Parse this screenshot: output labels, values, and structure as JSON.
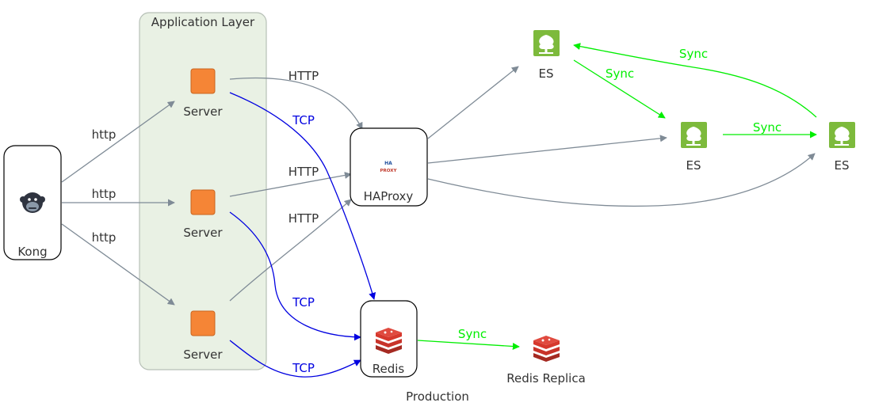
{
  "title": "Production",
  "colors": {
    "gray_edge": "#7f8b96",
    "blue_edge": "#0000e0",
    "green_edge": "#00ee00",
    "cluster_fill": "#e9f1e4",
    "cluster_stroke": "#b7c0b7",
    "server_orange": "#f58536",
    "es_green": "#7dba3c",
    "redis_red": "#c8332a"
  },
  "cluster": {
    "label": "Application Layer"
  },
  "nodes": {
    "kong": {
      "label": "Kong",
      "icon": "gorilla-icon"
    },
    "server1": {
      "label": "Server",
      "icon": "server-icon"
    },
    "server2": {
      "label": "Server",
      "icon": "server-icon"
    },
    "server3": {
      "label": "Server",
      "icon": "server-icon"
    },
    "haproxy": {
      "label": "HAProxy",
      "icon": "haproxy-logo-icon",
      "logo_line1": "HA",
      "logo_line2": "PROXY"
    },
    "redis": {
      "label": "Redis",
      "icon": "redis-icon"
    },
    "redis_replica": {
      "label": "Redis Replica",
      "icon": "redis-icon"
    },
    "es1": {
      "label": "ES",
      "icon": "elasticsearch-icon"
    },
    "es2": {
      "label": "ES",
      "icon": "elasticsearch-icon"
    },
    "es3": {
      "label": "ES",
      "icon": "elasticsearch-icon"
    }
  },
  "edges": {
    "kong_s1": "http",
    "kong_s2": "http",
    "kong_s3": "http",
    "s1_haproxy": "HTTP",
    "s2_haproxy": "HTTP",
    "s3_haproxy": "HTTP",
    "s1_redis": "TCP",
    "s2_redis": "TCP",
    "s3_redis": "TCP",
    "redis_replica": "Sync",
    "es1_es2": "Sync",
    "es2_es3": "Sync",
    "es3_es1": "Sync"
  }
}
